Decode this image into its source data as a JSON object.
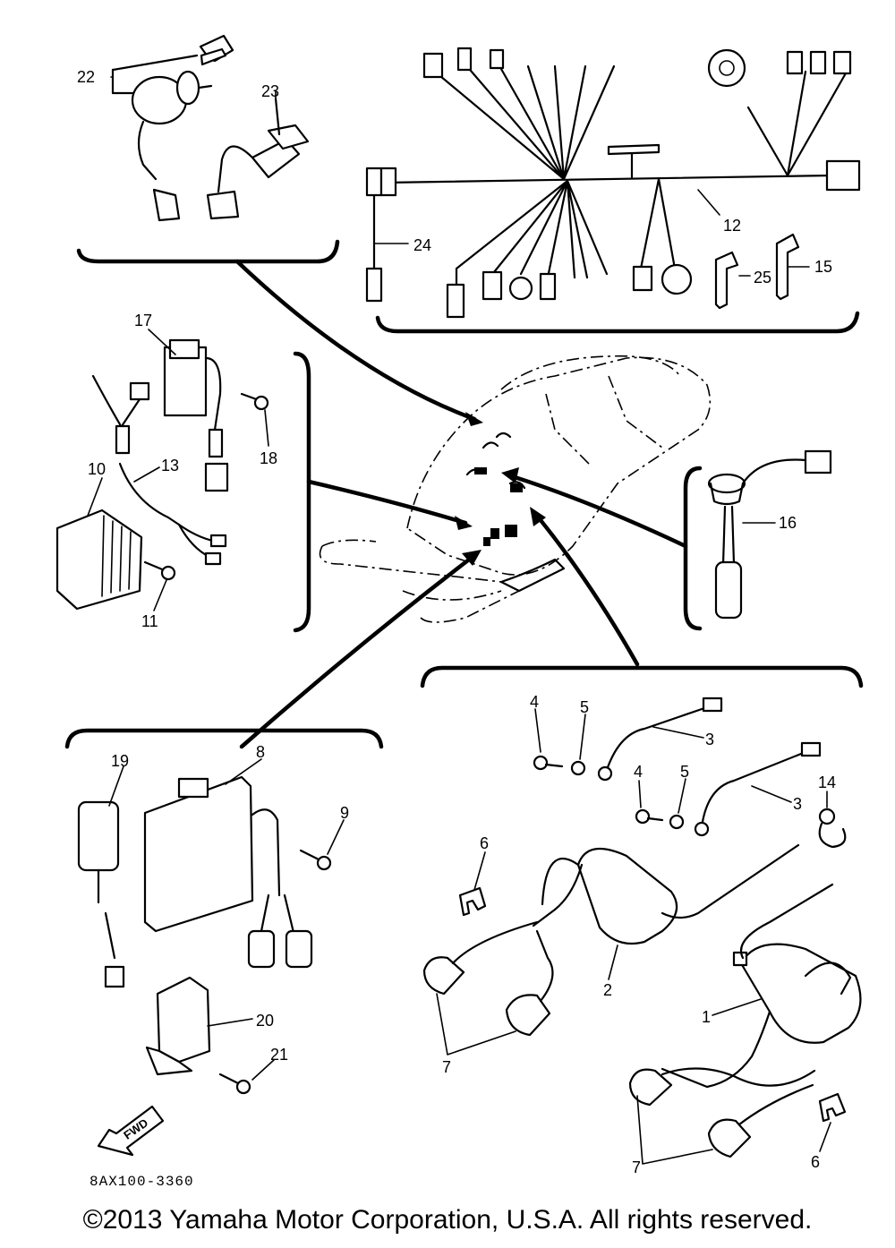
{
  "callouts": {
    "c1": "1",
    "c2": "2",
    "c3a": "3",
    "c3b": "3",
    "c4a": "4",
    "c4b": "4",
    "c5a": "5",
    "c5b": "5",
    "c6a": "6",
    "c6b": "6",
    "c7a": "7",
    "c7b": "7",
    "c8": "8",
    "c9": "9",
    "c10": "10",
    "c11": "11",
    "c12": "12",
    "c13": "13",
    "c14": "14",
    "c15": "15",
    "c16": "16",
    "c17": "17",
    "c18": "18",
    "c19": "19",
    "c20": "20",
    "c21": "21",
    "c22": "22",
    "c23": "23",
    "c24": "24",
    "c25": "25"
  },
  "fwd_label": "FWD",
  "diagram_code": "8AX100-3360",
  "copyright": "©2013 Yamaha Motor Corporation, U.S.A. All rights reserved."
}
